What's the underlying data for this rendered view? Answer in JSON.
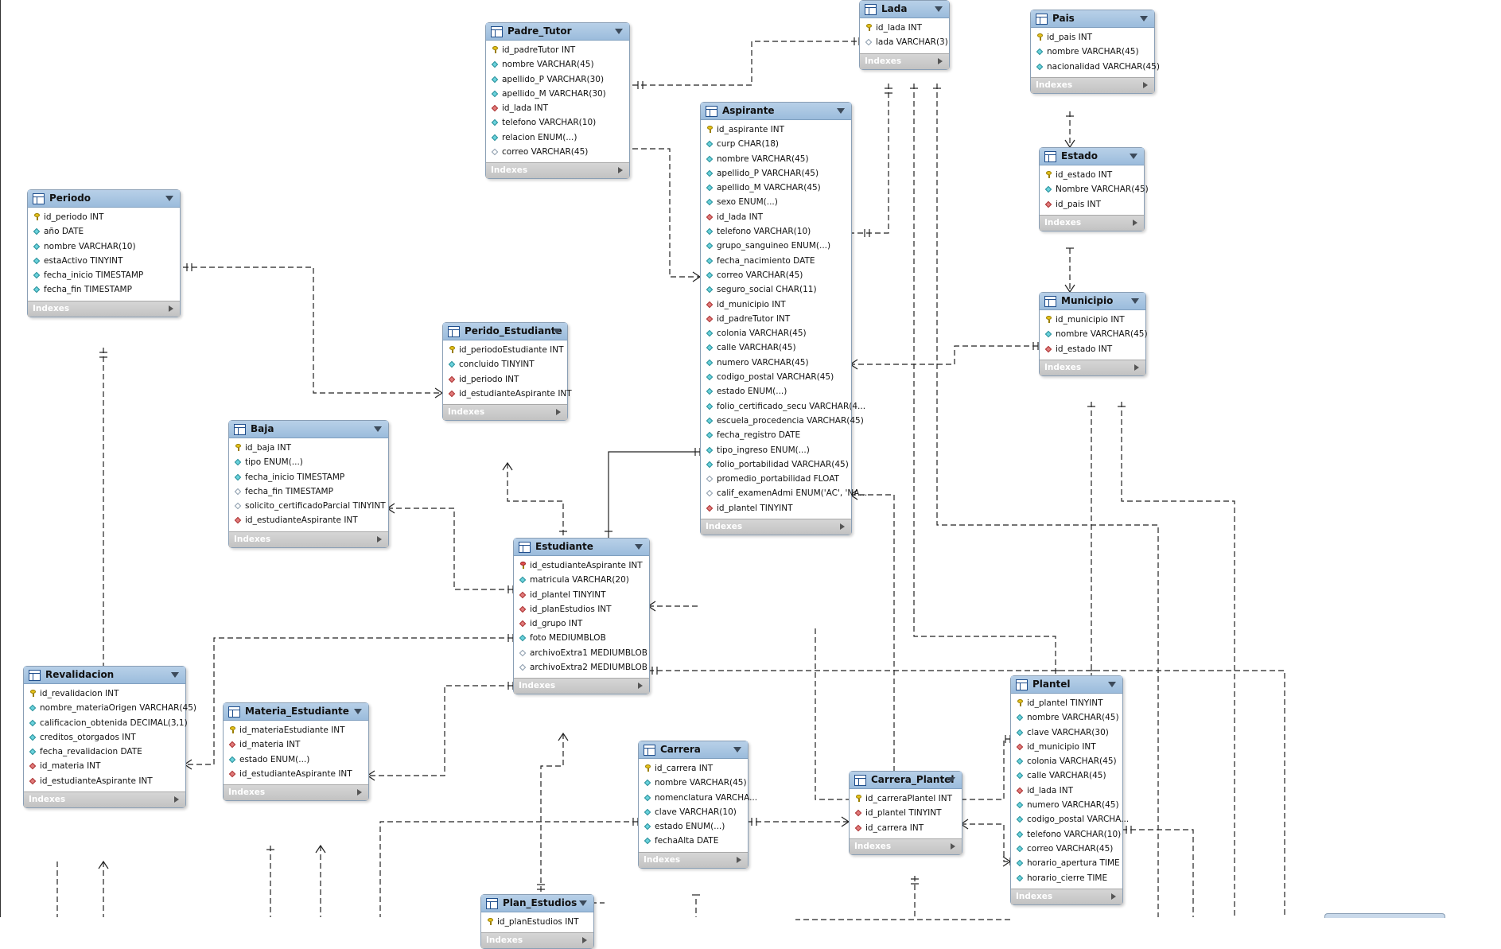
{
  "indexes_label": "Indexes",
  "entities": [
    {
      "id": "padre-tutor",
      "name": "Padre_Tutor",
      "columns": [
        {
          "text": "id_padreTutor INT",
          "kind": "pk"
        },
        {
          "text": "nombre VARCHAR(45)",
          "kind": "attr"
        },
        {
          "text": "apellido_P VARCHAR(30)",
          "kind": "attr"
        },
        {
          "text": "apellido_M VARCHAR(30)",
          "kind": "attr"
        },
        {
          "text": "id_lada INT",
          "kind": "fk"
        },
        {
          "text": "telefono VARCHAR(10)",
          "kind": "attr"
        },
        {
          "text": "relacion ENUM(...)",
          "kind": "attr"
        },
        {
          "text": "correo VARCHAR(45)",
          "kind": "null"
        }
      ]
    },
    {
      "id": "lada",
      "name": "Lada",
      "columns": [
        {
          "text": "id_lada INT",
          "kind": "pk"
        },
        {
          "text": "lada VARCHAR(3)",
          "kind": "null"
        }
      ]
    },
    {
      "id": "pais",
      "name": "Pais",
      "columns": [
        {
          "text": "id_pais INT",
          "kind": "pk"
        },
        {
          "text": "nombre VARCHAR(45)",
          "kind": "attr"
        },
        {
          "text": "nacionalidad VARCHAR(45)",
          "kind": "attr"
        }
      ]
    },
    {
      "id": "estado",
      "name": "Estado",
      "columns": [
        {
          "text": "id_estado INT",
          "kind": "pk"
        },
        {
          "text": "Nombre VARCHAR(45)",
          "kind": "attr"
        },
        {
          "text": "id_pais INT",
          "kind": "fk"
        }
      ]
    },
    {
      "id": "municipio",
      "name": "Municipio",
      "columns": [
        {
          "text": "id_municipio INT",
          "kind": "pk"
        },
        {
          "text": "nombre VARCHAR(45)",
          "kind": "attr"
        },
        {
          "text": "id_estado INT",
          "kind": "fk"
        }
      ]
    },
    {
      "id": "aspirante",
      "name": "Aspirante",
      "columns": [
        {
          "text": "id_aspirante INT",
          "kind": "pk"
        },
        {
          "text": "curp CHAR(18)",
          "kind": "attr"
        },
        {
          "text": "nombre VARCHAR(45)",
          "kind": "attr"
        },
        {
          "text": "apellido_P VARCHAR(45)",
          "kind": "attr"
        },
        {
          "text": "apellido_M VARCHAR(45)",
          "kind": "attr"
        },
        {
          "text": "sexo ENUM(...)",
          "kind": "attr"
        },
        {
          "text": "id_lada INT",
          "kind": "fk"
        },
        {
          "text": "telefono VARCHAR(10)",
          "kind": "attr"
        },
        {
          "text": "grupo_sanguineo ENUM(...)",
          "kind": "attr"
        },
        {
          "text": "fecha_nacimiento DATE",
          "kind": "attr"
        },
        {
          "text": "correo VARCHAR(45)",
          "kind": "attr"
        },
        {
          "text": "seguro_social CHAR(11)",
          "kind": "attr"
        },
        {
          "text": "id_municipio INT",
          "kind": "fk"
        },
        {
          "text": "id_padreTutor INT",
          "kind": "fk"
        },
        {
          "text": "colonia VARCHAR(45)",
          "kind": "attr"
        },
        {
          "text": "calle VARCHAR(45)",
          "kind": "attr"
        },
        {
          "text": "numero VARCHAR(45)",
          "kind": "attr"
        },
        {
          "text": "codigo_postal VARCHAR(45)",
          "kind": "attr"
        },
        {
          "text": "estado ENUM(...)",
          "kind": "attr"
        },
        {
          "text": "folio_certificado_secu VARCHAR(4...",
          "kind": "attr"
        },
        {
          "text": "escuela_procedencia VARCHAR(45)",
          "kind": "attr"
        },
        {
          "text": "fecha_registro DATE",
          "kind": "attr"
        },
        {
          "text": "tipo_ingreso ENUM(...)",
          "kind": "attr"
        },
        {
          "text": "folio_portabilidad VARCHAR(45)",
          "kind": "attr"
        },
        {
          "text": "promedio_portabilidad FLOAT",
          "kind": "null"
        },
        {
          "text": "calif_examenAdmi ENUM('AC', 'NA...",
          "kind": "null"
        },
        {
          "text": "id_plantel TINYINT",
          "kind": "fk"
        }
      ]
    },
    {
      "id": "periodo",
      "name": "Periodo",
      "columns": [
        {
          "text": "id_periodo INT",
          "kind": "pk"
        },
        {
          "text": "año DATE",
          "kind": "attr"
        },
        {
          "text": "nombre VARCHAR(10)",
          "kind": "attr"
        },
        {
          "text": "estaActivo TINYINT",
          "kind": "attr"
        },
        {
          "text": "fecha_inicio TIMESTAMP",
          "kind": "attr"
        },
        {
          "text": "fecha_fin TIMESTAMP",
          "kind": "attr"
        }
      ]
    },
    {
      "id": "perido-estudiante",
      "name": "Perido_Estudiante",
      "columns": [
        {
          "text": "id_periodoEstudiante INT",
          "kind": "pk"
        },
        {
          "text": "concluido TINYINT",
          "kind": "attr"
        },
        {
          "text": "id_periodo INT",
          "kind": "fk"
        },
        {
          "text": "id_estudianteAspirante INT",
          "kind": "fk"
        }
      ]
    },
    {
      "id": "baja",
      "name": "Baja",
      "columns": [
        {
          "text": "id_baja INT",
          "kind": "pk"
        },
        {
          "text": "tipo ENUM(...)",
          "kind": "attr"
        },
        {
          "text": "fecha_inicio TIMESTAMP",
          "kind": "attr"
        },
        {
          "text": "fecha_fin TIMESTAMP",
          "kind": "null"
        },
        {
          "text": "solicito_certificadoParcial TINYINT",
          "kind": "null"
        },
        {
          "text": "id_estudianteAspirante INT",
          "kind": "fk"
        }
      ]
    },
    {
      "id": "estudiante",
      "name": "Estudiante",
      "columns": [
        {
          "text": "id_estudianteAspirante INT",
          "kind": "pkfk"
        },
        {
          "text": "matricula VARCHAR(20)",
          "kind": "attr"
        },
        {
          "text": "id_plantel TINYINT",
          "kind": "fk"
        },
        {
          "text": "id_planEstudios INT",
          "kind": "fk"
        },
        {
          "text": "id_grupo INT",
          "kind": "fk"
        },
        {
          "text": "foto MEDIUMBLOB",
          "kind": "attr"
        },
        {
          "text": "archivoExtra1 MEDIUMBLOB",
          "kind": "null"
        },
        {
          "text": "archivoExtra2 MEDIUMBLOB",
          "kind": "null"
        }
      ]
    },
    {
      "id": "revalidacion",
      "name": "Revalidacion",
      "columns": [
        {
          "text": "id_revalidacion INT",
          "kind": "pk"
        },
        {
          "text": "nombre_materiaOrigen VARCHAR(45)",
          "kind": "attr"
        },
        {
          "text": "calificacion_obtenida DECIMAL(3,1)",
          "kind": "attr"
        },
        {
          "text": "creditos_otorgados INT",
          "kind": "attr"
        },
        {
          "text": "fecha_revalidacion DATE",
          "kind": "attr"
        },
        {
          "text": "id_materia INT",
          "kind": "fk"
        },
        {
          "text": "id_estudianteAspirante INT",
          "kind": "fk"
        }
      ]
    },
    {
      "id": "materia-estudiante",
      "name": "Materia_Estudiante",
      "columns": [
        {
          "text": "id_materiaEstudiante INT",
          "kind": "pk"
        },
        {
          "text": "id_materia INT",
          "kind": "fk"
        },
        {
          "text": "estado ENUM(...)",
          "kind": "attr"
        },
        {
          "text": "id_estudianteAspirante INT",
          "kind": "fk"
        }
      ]
    },
    {
      "id": "carrera",
      "name": "Carrera",
      "columns": [
        {
          "text": "id_carrera INT",
          "kind": "pk"
        },
        {
          "text": "nombre VARCHAR(45)",
          "kind": "attr"
        },
        {
          "text": "nomenclatura VARCHA...",
          "kind": "attr"
        },
        {
          "text": "clave VARCHAR(10)",
          "kind": "attr"
        },
        {
          "text": "estado ENUM(...)",
          "kind": "attr"
        },
        {
          "text": "fechaAlta DATE",
          "kind": "attr"
        }
      ]
    },
    {
      "id": "carrera-plantel",
      "name": "Carrera_Plantel",
      "columns": [
        {
          "text": "id_carreraPlantel INT",
          "kind": "pk"
        },
        {
          "text": "id_plantel TINYINT",
          "kind": "fk"
        },
        {
          "text": "id_carrera INT",
          "kind": "fk"
        }
      ]
    },
    {
      "id": "plantel",
      "name": "Plantel",
      "columns": [
        {
          "text": "id_plantel TINYINT",
          "kind": "pk"
        },
        {
          "text": "nombre VARCHAR(45)",
          "kind": "attr"
        },
        {
          "text": "clave VARCHAR(30)",
          "kind": "attr"
        },
        {
          "text": "id_municipio INT",
          "kind": "fk"
        },
        {
          "text": "colonia VARCHAR(45)",
          "kind": "attr"
        },
        {
          "text": "calle VARCHAR(45)",
          "kind": "attr"
        },
        {
          "text": "id_lada INT",
          "kind": "fk"
        },
        {
          "text": "numero VARCHAR(45)",
          "kind": "attr"
        },
        {
          "text": "codigo_postal VARCHA...",
          "kind": "attr"
        },
        {
          "text": "telefono VARCHAR(10)",
          "kind": "attr"
        },
        {
          "text": "correo VARCHAR(45)",
          "kind": "attr"
        },
        {
          "text": "horario_apertura TIME",
          "kind": "attr"
        },
        {
          "text": "horario_cierre TIME",
          "kind": "attr"
        }
      ]
    },
    {
      "id": "plan-estudios",
      "name": "Plan_Estudios",
      "columns": [
        {
          "text": "id_planEstudios INT",
          "kind": "pk"
        }
      ]
    }
  ]
}
